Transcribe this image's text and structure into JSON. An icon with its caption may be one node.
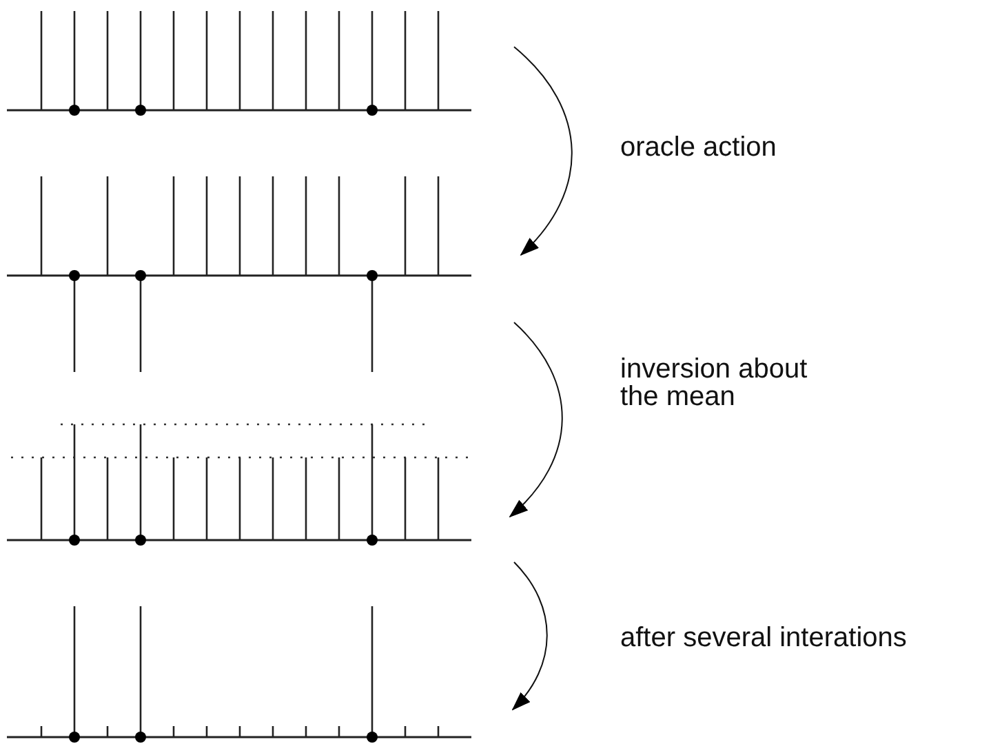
{
  "diagram": {
    "nodes": [
      {
        "text": [],
        "shape": "picture"
      },
      {
        "text": [],
        "shape": "picture"
      },
      {
        "text": [],
        "shape": "picture"
      },
      {
        "text": [],
        "shape": "picture"
      }
    ],
    "edges": [
      {
        "from": 0,
        "to": 1,
        "arrow": "to",
        "label": "oracle action"
      },
      {
        "from": 1,
        "to": 2,
        "arrow": "to",
        "label": "inversion about the mean"
      },
      {
        "from": 2,
        "to": 3,
        "arrow": "to",
        "label": "after several interations"
      }
    ]
  }
}
